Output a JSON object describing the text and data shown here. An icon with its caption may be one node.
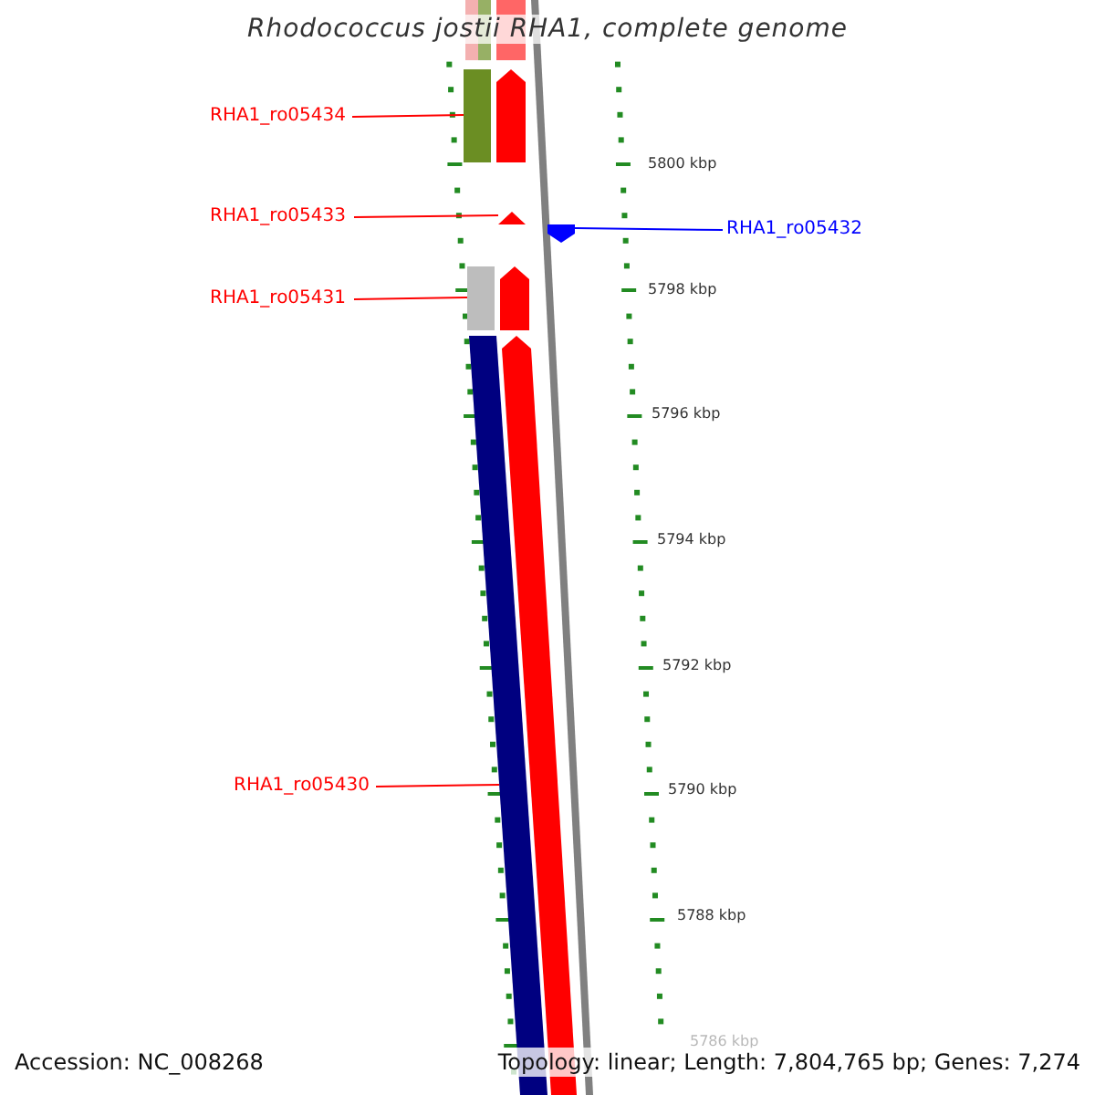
{
  "diagram": {
    "title": "Rhodococcus jostii RHA1, complete genome",
    "nodes": [
      {
        "text": [
          "RHA1_ro05434"
        ]
      },
      {
        "text": [],
        "shape": "bar"
      },
      {
        "text": [
          "RHA1_ro05433"
        ]
      },
      {
        "text": [],
        "shape": "triangle"
      },
      {
        "text": [
          "RHA1_ro05432"
        ]
      },
      {
        "text": [],
        "shape": "arrow"
      },
      {
        "text": [
          "RHA1_ro05431"
        ]
      },
      {
        "text": [],
        "shape": "bar"
      },
      {
        "text": [
          "RHA1_ro05430"
        ]
      },
      {
        "text": [],
        "shape": "bar"
      }
    ],
    "edges": [
      {
        "from": 0,
        "to": 1,
        "arrow": "none"
      },
      {
        "from": 2,
        "to": 3,
        "arrow": "none"
      },
      {
        "from": 4,
        "to": 5,
        "arrow": "none",
        "color": "#0000ff"
      },
      {
        "from": 6,
        "to": 7,
        "arrow": "none"
      },
      {
        "from": 8,
        "to": 9,
        "arrow": "none"
      }
    ],
    "labels": [
      "5800 kbp",
      "5798 kbp",
      "5796 kbp",
      "5794 kbp",
      "5792 kbp",
      "5790 kbp",
      "5788 kbp",
      "5786 kbp",
      "Accession: NC_008268",
      "Topology: linear; Length: 7,804,765 bp; Genes: 7,274"
    ]
  }
}
